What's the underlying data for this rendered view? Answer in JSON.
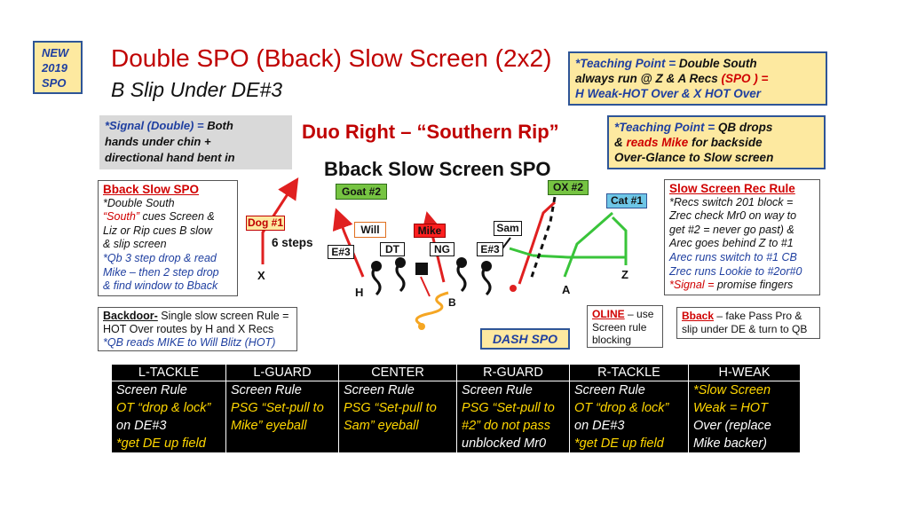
{
  "badge": {
    "line1": "NEW",
    "line2": "2019",
    "line3": "SPO"
  },
  "title": {
    "main": "Double SPO (Bback) Slow Screen (2x2)",
    "sub": "B Slip Under DE#3"
  },
  "teaching_point_1": {
    "p1": "*Teaching Point = ",
    "p2": "Double South",
    "p3": "always run @ Z & A Recs ",
    "p4": "(SPO ) =",
    "p5": "H Weak-HOT Over & X HOT Over"
  },
  "signal": {
    "p1": "*Signal (Double) = ",
    "p2": "Both",
    "p3": "hands under chin +",
    "p4": "directional hand bent in"
  },
  "play": {
    "duo": "Duo Right – “Southern Rip”",
    "bback": "Bback Slow Screen SPO"
  },
  "teaching_point_2": {
    "p1": "*Teaching Point = ",
    "p2": "QB drops",
    "p3": "& ",
    "p4": "reads Mike",
    "p5": " for backside",
    "p6": "Over-Glance to Slow screen"
  },
  "bback_spo": {
    "title": "Bback Slow SPO",
    "l1": "*Double South",
    "l2a": "“South”",
    "l2b": " cues Screen &",
    "l3": "Liz or Rip cues B slow",
    "l4": "& slip screen",
    "l5": "*Qb 3 step drop & read",
    "l6": "Mike – then 2 step drop",
    "l7": "& find window to Bback"
  },
  "slow_screen_rule": {
    "title": "Slow Screen Rec Rule",
    "l1": "*Recs switch 201 block =",
    "l2": "Zrec check Mr0 on way to",
    "l3": "get #2 = never go past) &",
    "l4": "Arec goes behind Z to #1",
    "l5": "Arec runs switch to #1 CB",
    "l6": "Zrec runs Lookie to #2or#0",
    "l7a": "*Signal = ",
    "l7b": "promise  fingers"
  },
  "backdoor": {
    "title": "Backdoor-",
    "l1": " Single slow screen Rule =",
    "l2": "HOT Over routes by H and X Recs",
    "l3": "*QB reads MIKE to Will Blitz (HOT)"
  },
  "dash": "DASH SPO",
  "oline_rule": {
    "title": "OLINE",
    "l1": " – use",
    "l2": "Screen rule",
    "l3": "blocking"
  },
  "bback_note": {
    "title": "Bback",
    "l1": " – fake Pass Pro &",
    "l2": "slip under DE & turn to QB"
  },
  "defense": {
    "goat": "Goat #2",
    "ox": "OX #2",
    "cat": "Cat #1",
    "dog": "Dog #1",
    "will": "Will",
    "mike": "Mike",
    "sam": "Sam",
    "e3_left": "E#3",
    "dt": "DT",
    "ng": "NG",
    "e3_right": "E#3"
  },
  "offense": {
    "x": "X",
    "h": "H",
    "b": "B",
    "a": "A",
    "z": "Z"
  },
  "steps": "6 steps",
  "colors": {
    "accent_red": "#c00000",
    "accent_blue": "#1f3fa0",
    "route_red": "#e02020",
    "route_green": "#39c43a",
    "route_orange": "#f5a623",
    "highlight_yellow": "#fde9a0"
  },
  "table": {
    "headers": [
      "L-TACKLE",
      "L-GUARD",
      "CENTER",
      "R-GUARD",
      "R-TACKLE",
      "H-WEAK"
    ],
    "rows": [
      [
        "Screen Rule",
        "Screen Rule",
        "Screen Rule",
        "Screen Rule",
        "Screen Rule",
        "*Slow Screen"
      ],
      [
        "OT “drop & lock”",
        "PSG “Set-pull to",
        "PSG “Set-pull to",
        "PSG “Set-pull to",
        "OT “drop & lock”",
        "Weak = HOT"
      ],
      [
        "on DE#3",
        "Mike”  eyeball",
        "Sam”  eyeball",
        "#2”  do not pass",
        "on DE#3",
        "Over (replace"
      ],
      [
        "*get DE up field",
        "",
        "",
        "unblocked Mr0",
        "*get DE up field",
        "Mike backer)"
      ]
    ]
  }
}
